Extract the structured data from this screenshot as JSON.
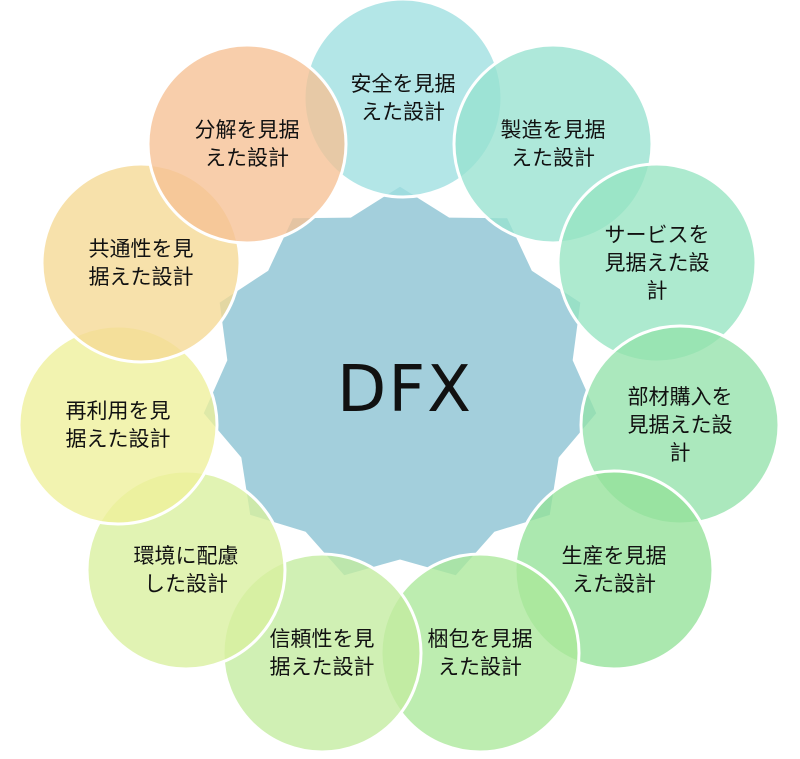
{
  "center": {
    "label": "DFX",
    "color": "#a3cfdc"
  },
  "nodes": [
    {
      "label": "安全を見据\nえた設計",
      "color": "#9edfe0"
    },
    {
      "label": "製造を見据\nえた設計",
      "color": "#97e2cf"
    },
    {
      "label": "サービスを\n見据えた設\n計",
      "color": "#96e4c2"
    },
    {
      "label": "部材購入を\n見据えた設\n計",
      "color": "#93e2ab"
    },
    {
      "label": "生産を見据\nえた設計",
      "color": "#93e198"
    },
    {
      "label": "梱包を見据\nえた設計",
      "color": "#aae89a"
    },
    {
      "label": "信頼性を見\n据えた設計",
      "color": "#c3ec9f"
    },
    {
      "label": "環境に配慮\nした設計",
      "color": "#d8ef9e"
    },
    {
      "label": "再利用を見\n据えた設計",
      "color": "#eef09a"
    },
    {
      "label": "共通性を見\n据えた設計",
      "color": "#f5d894"
    },
    {
      "label": "分解を見据\nえた設計",
      "color": "#f6c093"
    }
  ]
}
